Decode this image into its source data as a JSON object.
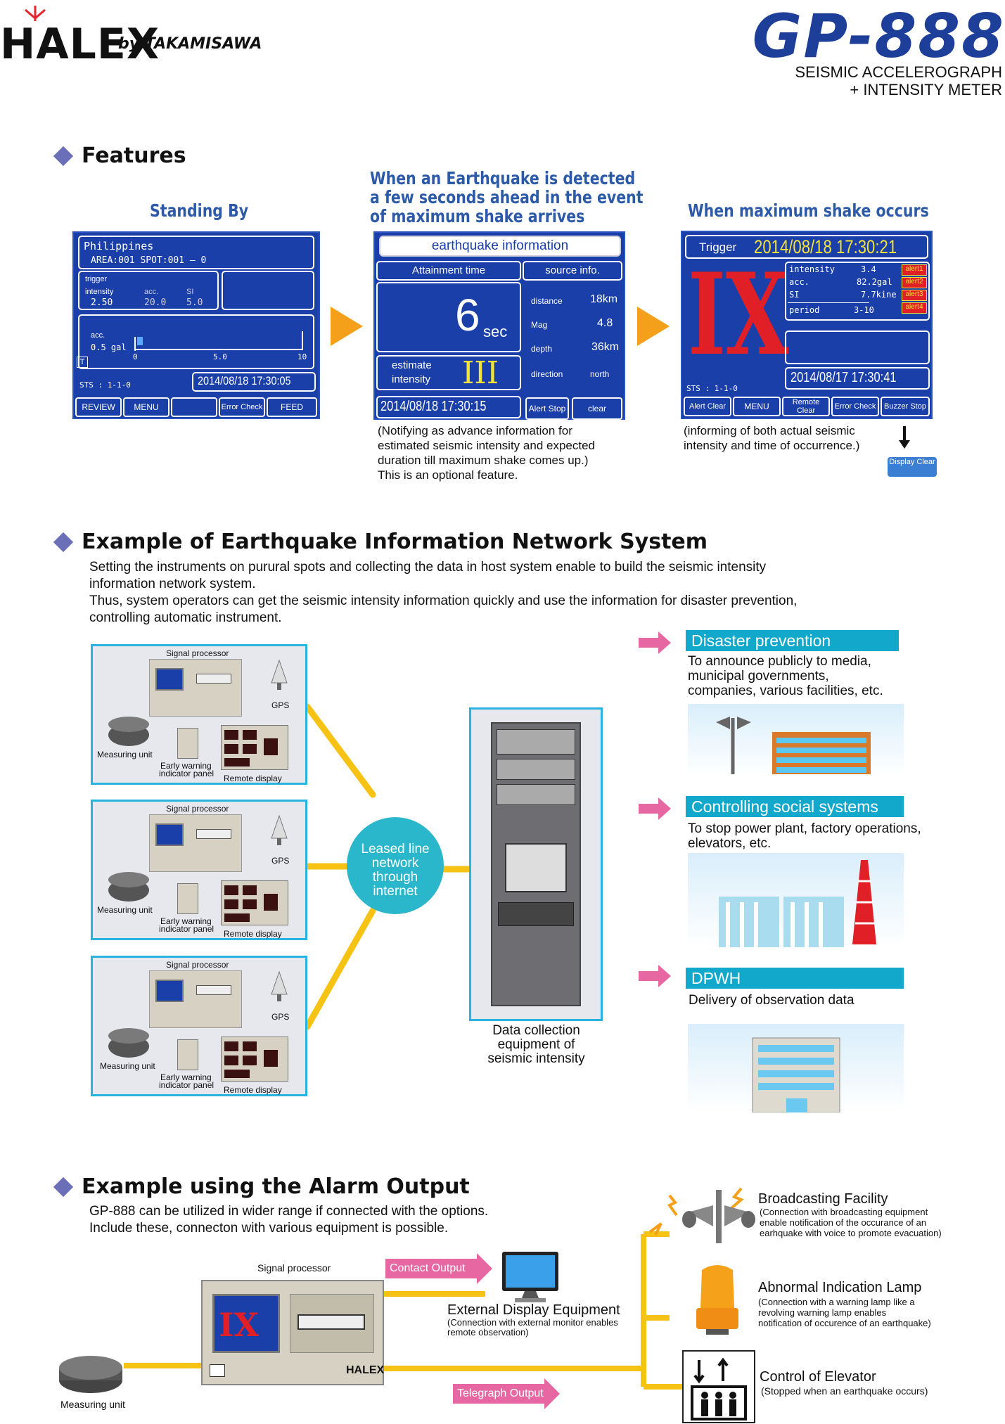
{
  "header": {
    "brand": "HALEX",
    "brand_by": "by TAKAMISAWA",
    "model": "GP-888",
    "subtitle1": "SEISMIC ACCELEROGRAPH",
    "subtitle2": "+  INTENSITY METER"
  },
  "features": {
    "title": "Features",
    "standby": {
      "heading": "Standing By",
      "location": "Philippines",
      "area_spot": "AREA:001  SPOT:001  –  0",
      "trigger": "trigger",
      "intensity_label": "intensity",
      "acc_label": "acc.",
      "si_label": "SI",
      "intensity_val": "2.50",
      "acc_val": "20.0",
      "si_val": "5.0",
      "acc_row1": "acc.",
      "acc_row2": "0.5 gal",
      "scale_0": "0",
      "scale_5": "5.0",
      "scale_10": "10",
      "t_label": "T",
      "sts": "STS : 1-1-0",
      "datetime": "2014/08/18  17:30:05",
      "buttons": [
        "REVIEW",
        "MENU",
        "",
        "Error Check",
        "FEED"
      ]
    },
    "detected": {
      "heading_lines": [
        "When an Earthquake is detected",
        "a few seconds ahead in the event",
        "of maximum shake arrives"
      ],
      "title": "earthquake information",
      "attainment": "Attainment time",
      "source": "source  info.",
      "seconds": "6",
      "sec_unit": "sec",
      "distance_label": "distance",
      "distance_val": "18km",
      "mag_label": "Mag",
      "mag_val": "4.8",
      "depth_label": "depth",
      "depth_val": "36km",
      "direction_label": "direction",
      "direction_val": "north",
      "estimate": "estimate",
      "intensity": "intensity",
      "roman": "III",
      "datetime": "2014/08/18  17:30:15",
      "btn_alert": "Alert Stop",
      "btn_clear": "clear",
      "note": [
        "(Notifying as advance information for",
        "estimated seismic intensity and expected",
        "duration till maximum shake comes up.)",
        "This is an optional feature."
      ]
    },
    "maxshake": {
      "heading": "When maximum shake occurs",
      "trigger": "Trigger",
      "datetime_top": "2014/08/18  17:30:21",
      "roman": "IX",
      "intensity_label": "intensity",
      "intensity_val": "3.4",
      "acc_label": "acc.",
      "acc_val": "82.2gal",
      "si_label": "SI",
      "si_val": "7.7kine",
      "period_label": "period",
      "period_val": "3-10",
      "alerts": [
        "alert1",
        "alert2",
        "alert3",
        "alert4"
      ],
      "datetime_bottom": "2014/08/17  17:30:41",
      "sts": "STS : 1-1-0",
      "buttons": [
        "Alert Clear",
        "MENU",
        "Remote Clear",
        "Error Check",
        "Buzzer Stop"
      ],
      "note": [
        "(informing of both actual seismic",
        "intensity and time of occurrence.)"
      ],
      "display_clear": "Display Clear"
    }
  },
  "network": {
    "title": "Example of Earthquake Information Network System",
    "para": [
      "Setting the instruments on purural spots and collecting the data in host system enable to build the seismic intensity",
      "information network system.",
      "Thus, system operators can get the seismic intensity information quickly and use the information for disaster prevention,",
      "controlling automatic instrument."
    ],
    "site_labels": {
      "signal_processor": "Signal processor",
      "gps": "GPS",
      "measuring_unit": "Measuring unit",
      "early_warning": [
        "Early warning",
        "indicator panel"
      ],
      "remote_display": "Remote display"
    },
    "hub": [
      "Leased line",
      "network",
      "through",
      "internet"
    ],
    "server_label": [
      "Data collection",
      "equipment of",
      "seismic intensity"
    ],
    "outputs": [
      {
        "label": "Disaster prevention",
        "desc": [
          "To announce publicly to media,",
          "municipal governments,",
          "companies, various facilities, etc."
        ]
      },
      {
        "label": "Controlling social systems",
        "desc": [
          "To stop power plant, factory operations,",
          "elevators, etc."
        ]
      },
      {
        "label": "DPWH",
        "desc": [
          "Delivery of observation data"
        ]
      }
    ]
  },
  "alarm": {
    "title": "Example using the Alarm Output",
    "para": [
      "GP-888 can be utilized in wider range if connected with the options.",
      "Include these, connecton with various equipment is possible."
    ],
    "signal_processor": "Signal processor",
    "measuring_unit": "Measuring unit",
    "contact_output": "Contact Output",
    "telegraph_output": "Telegraph Output",
    "ext_display": "External Display Equipment",
    "ext_display_desc": [
      "(Connection with external monitor enables",
      "remote observation)"
    ],
    "items": [
      {
        "title": "Broadcasting Facility",
        "desc": [
          "(Connection with broadcasting equipment",
          "enable notification of the occurance of an",
          "earhquake with voice to promote evacuation)"
        ]
      },
      {
        "title": "Abnormal Indication Lamp",
        "desc": [
          "(Connection with a warning lamp like a",
          "revolving warning lamp enables",
          "notification of occurence of an earthquake)"
        ]
      },
      {
        "title": "Control of Elevator",
        "desc": [
          "(Stopped when an earthquake occurs)"
        ]
      }
    ]
  },
  "colors": {
    "accent_blue": "#1d3f99",
    "lcd_blue": "#1a3fa8",
    "arrow_orange": "#f4a01a",
    "arrow_pink": "#e767a3",
    "cyan": "#11a8cc",
    "line_yellow": "#f6c213",
    "alarm_red": "#e11f26"
  }
}
